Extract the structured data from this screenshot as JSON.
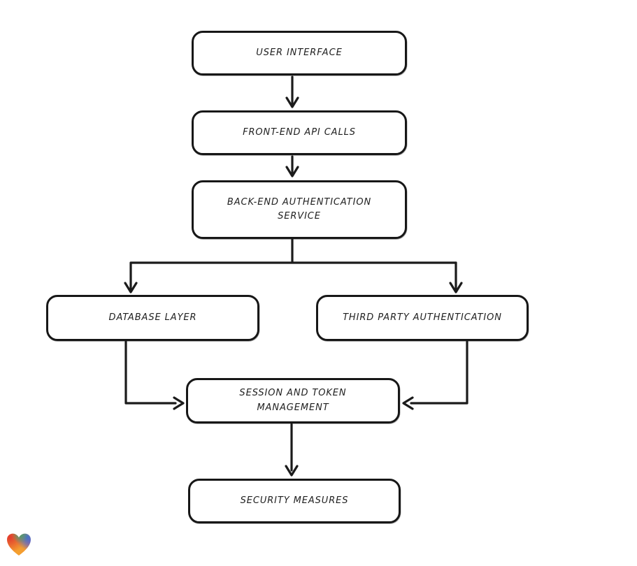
{
  "canvas": {
    "background": "#ffffff",
    "stroke_color": "#1b1b1b",
    "node_fill": "#ffffff",
    "text_color": "#1f1f1f"
  },
  "diagram": {
    "nodes": [
      {
        "id": "user-interface",
        "label": "USER INTERFACE"
      },
      {
        "id": "front-end-api-calls",
        "label": "FRONT-END API CALLS"
      },
      {
        "id": "back-end-authentication-service",
        "label": "BACK-END AUTHENTICATION SERVICE"
      },
      {
        "id": "database-layer",
        "label": "DATABASE LAYER"
      },
      {
        "id": "third-party-authentication",
        "label": "THIRD PARTY AUTHENTICATION"
      },
      {
        "id": "session-and-token-management",
        "label": "SESSION AND TOKEN MANAGEMENT"
      },
      {
        "id": "security-measures",
        "label": "SECURITY MEASURES"
      }
    ],
    "edges": [
      {
        "from": "user-interface",
        "to": "front-end-api-calls"
      },
      {
        "from": "front-end-api-calls",
        "to": "back-end-authentication-service"
      },
      {
        "from": "back-end-authentication-service",
        "to": "database-layer"
      },
      {
        "from": "back-end-authentication-service",
        "to": "third-party-authentication"
      },
      {
        "from": "database-layer",
        "to": "session-and-token-management"
      },
      {
        "from": "third-party-authentication",
        "to": "session-and-token-management"
      },
      {
        "from": "session-and-token-management",
        "to": "security-measures"
      }
    ]
  },
  "footer": {
    "logo": {
      "name": "heart-logo",
      "colors": {
        "red": "#e23a2e",
        "green": "#43a06b",
        "blue": "#3b6fd1",
        "purple": "#8a56c9",
        "orange": "#f59d2f"
      }
    }
  }
}
